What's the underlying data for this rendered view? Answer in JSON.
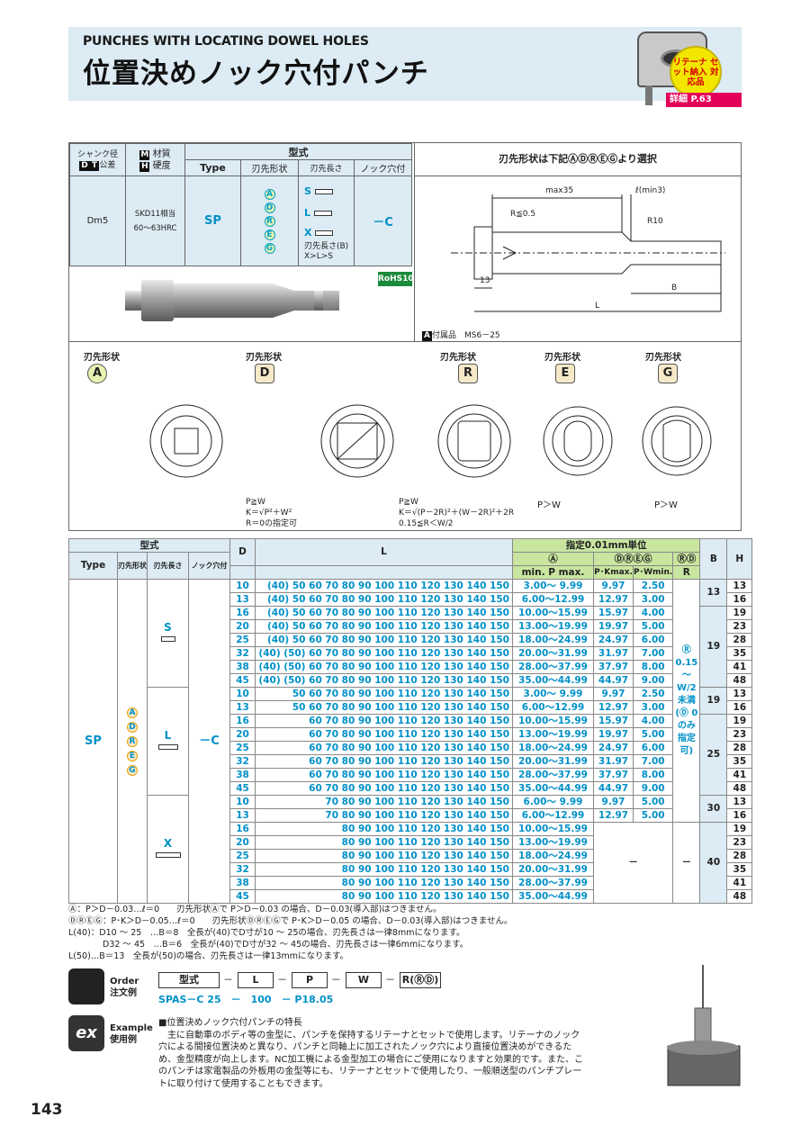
{
  "header": {
    "title_en": "PUNCHES WITH LOCATING DOWEL HOLES",
    "title_jp": "位置決めノック穴付パンチ",
    "badge_text": "リテーナ セット納入 対応品",
    "badge_ref": "詳細 P.63"
  },
  "spec_header": {
    "shank": "シャンク径",
    "tolerance": "公差",
    "material": "材質",
    "hardness": "硬度",
    "katashiki": "型式",
    "type": "Type",
    "tip_shape": "刃先形状",
    "tip_length": "刃先長さ",
    "knock": "ノック穴付",
    "select_note": "刃先形状は下記ⒶⒹⓇⒺⒼより選択"
  },
  "spec_row": {
    "dm5": "Dm5",
    "material": "SKD11相当",
    "hardness": "60～63HRC",
    "type": "SP",
    "tips": [
      "A",
      "D",
      "R",
      "E",
      "G"
    ],
    "lens": [
      "S",
      "L",
      "X"
    ],
    "len_note1": "刃先長さ(B)",
    "len_note2": "X>L>S",
    "knock": "－C",
    "rohs": "RoHS10"
  },
  "drawing": {
    "max35": "max35",
    "lmin3": "ℓ(min3)",
    "r05": "R≦0.5",
    "r10": "R10",
    "dim13": "13",
    "bdim": "B",
    "ldim": "L",
    "accessory": "付属品　MS6－25"
  },
  "tip_shapes": [
    {
      "label": "刃先形状",
      "code": "A"
    },
    {
      "label": "刃先形状",
      "code": "D"
    },
    {
      "label": "刃先形状",
      "code": "R"
    },
    {
      "label": "刃先形状",
      "code": "E"
    },
    {
      "label": "刃先形状",
      "code": "G"
    }
  ],
  "tip_notes": {
    "d1": "P≧W",
    "d2": "K＝√P²＋W²",
    "d3": "R＝0の指定可",
    "r1": "P≧W",
    "r2": "K＝√(P－2R)²＋(W－2R)²＋2R",
    "r3": "0.15≦R＜W/2",
    "e1": "P＞W",
    "g1": "P＞W"
  },
  "table": {
    "h_katashiki": "型式",
    "h_type": "Type",
    "h_tip": "刃先形状",
    "h_len": "刃先長さ",
    "h_knock": "ノック穴付",
    "h_d": "D",
    "h_l": "L",
    "h_unit": "指定0.01mm単位",
    "h_a": "Ⓐ",
    "h_dreg": "ⒹⓇⒺⒼ",
    "h_rd": "ⓇⒹ",
    "h_minp": "min. P max.",
    "h_pk": "P･Kmax.",
    "h_pw": "P･Wmin.",
    "h_r": "R",
    "h_b": "B",
    "h_h": "H",
    "type": "SP",
    "knock": "－C",
    "r_note": "Ⓡ 0.15 ～ W/2未満 (Ⓓ 0のみ指定可)",
    "dash": "－",
    "rows": [
      {
        "d": "10",
        "l": "(40)  50   60   70   80   90  100 110 120 130 140 150",
        "p": "3.00～ 9.99",
        "k": "9.97",
        "w": "2.50",
        "h": "13"
      },
      {
        "d": "13",
        "l": "(40)  50   60   70   80   90  100 110 120 130 140 150",
        "p": "6.00～12.99",
        "k": "12.97",
        "w": "3.00",
        "h": "16"
      },
      {
        "d": "16",
        "l": "(40)  50   60   70   80   90  100 110 120 130 140 150",
        "p": "10.00～15.99",
        "k": "15.97",
        "w": "4.00",
        "h": "19"
      },
      {
        "d": "20",
        "l": "(40)  50   60   70   80   90  100 110 120 130 140 150",
        "p": "13.00～19.99",
        "k": "19.97",
        "w": "5.00",
        "h": "23"
      },
      {
        "d": "25",
        "l": "(40)  50   60   70   80   90  100 110 120 130 140 150",
        "p": "18.00～24.99",
        "k": "24.97",
        "w": "6.00",
        "h": "28"
      },
      {
        "d": "32",
        "l": "(40) (50)  60   70   80   90  100 110 120 130 140 150",
        "p": "20.00～31.99",
        "k": "31.97",
        "w": "7.00",
        "h": "35"
      },
      {
        "d": "38",
        "l": "(40) (50)  60   70   80   90  100 110 120 130 140 150",
        "p": "28.00～37.99",
        "k": "37.97",
        "w": "8.00",
        "h": "41"
      },
      {
        "d": "45",
        "l": "(40) (50)  60   70   80   90  100 110 120 130 140 150",
        "p": "35.00～44.99",
        "k": "44.97",
        "w": "9.00",
        "h": "48"
      },
      {
        "d": "10",
        "l": "50   60   70   80   90  100 110 120 130 140 150",
        "p": "3.00～ 9.99",
        "k": "9.97",
        "w": "2.50",
        "h": "13"
      },
      {
        "d": "13",
        "l": "50   60   70   80   90  100 110 120 130 140 150",
        "p": "6.00～12.99",
        "k": "12.97",
        "w": "3.00",
        "h": "16"
      },
      {
        "d": "16",
        "l": "60   70   80   90  100 110 120 130 140 150",
        "p": "10.00～15.99",
        "k": "15.97",
        "w": "4.00",
        "h": "19"
      },
      {
        "d": "20",
        "l": "60   70   80   90  100 110 120 130 140 150",
        "p": "13.00～19.99",
        "k": "19.97",
        "w": "5.00",
        "h": "23"
      },
      {
        "d": "25",
        "l": "60   70   80   90  100 110 120 130 140 150",
        "p": "18.00～24.99",
        "k": "24.97",
        "w": "6.00",
        "h": "28"
      },
      {
        "d": "32",
        "l": "60   70   80   90  100 110 120 130 140 150",
        "p": "20.00～31.99",
        "k": "31.97",
        "w": "7.00",
        "h": "35"
      },
      {
        "d": "38",
        "l": "60   70   80   90  100 110 120 130 140 150",
        "p": "28.00～37.99",
        "k": "37.97",
        "w": "8.00",
        "h": "41"
      },
      {
        "d": "45",
        "l": "60   70   80   90  100 110 120 130 140 150",
        "p": "35.00～44.99",
        "k": "44.97",
        "w": "9.00",
        "h": "48"
      },
      {
        "d": "10",
        "l": "70   80   90  100 110 120 130 140 150",
        "p": "6.00～ 9.99",
        "k": "9.97",
        "w": "5.00",
        "h": "13"
      },
      {
        "d": "13",
        "l": "70   80   90  100 110 120 130 140 150",
        "p": "6.00～12.99",
        "k": "12.97",
        "w": "5.00",
        "h": "16"
      },
      {
        "d": "16",
        "l": "80   90  100 110 120 130 140 150",
        "p": "10.00～15.99",
        "k": "",
        "w": "",
        "h": "19"
      },
      {
        "d": "20",
        "l": "80   90  100 110 120 130 140 150",
        "p": "13.00～19.99",
        "k": "",
        "w": "",
        "h": "23"
      },
      {
        "d": "25",
        "l": "80   90  100 110 120 130 140 150",
        "p": "18.00～24.99",
        "k": "",
        "w": "",
        "h": "28"
      },
      {
        "d": "32",
        "l": "80   90  100 110 120 130 140 150",
        "p": "20.00～31.99",
        "k": "",
        "w": "",
        "h": "35"
      },
      {
        "d": "38",
        "l": "80   90  100 110 120 130 140 150",
        "p": "28.00～37.99",
        "k": "",
        "w": "",
        "h": "41"
      },
      {
        "d": "45",
        "l": "80   90  100 110 120 130 140 150",
        "p": "35.00～44.99",
        "k": "",
        "w": "",
        "h": "48"
      }
    ],
    "b_values": [
      "13",
      "19",
      "19",
      "25",
      "30",
      "40"
    ]
  },
  "notes": [
    "Ⓐ：P＞D－0.03…ℓ＝0　　刃先形状Ⓐで P＞D－0.03 の場合、D－0.03(導入部)はつきません。",
    "ⒹⓇⒺⒼ：P･K＞D－0.05…ℓ＝0　　刃先形状ⒹⓇⒺⒼで P･K＞D－0.05 の場合、D－0.03(導入部)はつきません。",
    "L(40)：D10 ～ 25　…B＝8　全長が(40)でD寸が10 ～ 25の場合、刃先長さは一律8mmになります。",
    "　　　　D32 ～ 45　…B＝6　全長が(40)でD寸が32 ～ 45の場合、刃先長さは一律6mmになります。",
    "L(50)…B＝13　全長が(50)の場合、刃先長さは一律13mmになります。"
  ],
  "order": {
    "label_en": "Order",
    "label_jp": "注文例",
    "f1": "型式",
    "f2": "L",
    "f3": "P",
    "f4": "W",
    "f5": "R(ⓇⒹ)",
    "example": "SPAS－C 25　－　100　－ P18.05"
  },
  "example": {
    "label_en": "Example",
    "label_jp": "使用例",
    "title": "■位置決めノック穴付パンチの特長",
    "lines": [
      "主に自動車のボディ等の金型に、パンチを保持するリテーナとセットで使用します。リテーナのノック",
      "穴による間接位置決めと異なり、パンチと同軸上に加工されたノック穴により直接位置決めができるた",
      "め、金型精度が向上します。NC加工機による金型加工の場合にご使用になりますと効果的です。また、こ",
      "のパンチは家電製品の外板用の金型等にも、リテーナとセットで使用したり、一般順送型のパンチプレー",
      "トに取り付けて使用することもできます。"
    ]
  },
  "page_number": "143"
}
